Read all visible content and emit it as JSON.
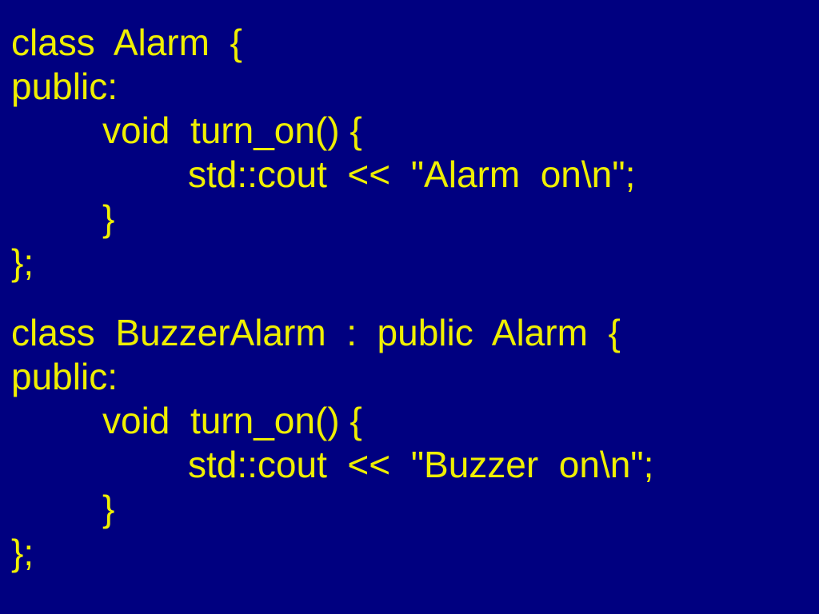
{
  "slide": {
    "background_color": "#000080",
    "text_color": "#efef00",
    "language": "cpp",
    "blocks": [
      {
        "name": "alarm-class",
        "lines": [
          {
            "indent": 0,
            "text": "class  Alarm  {"
          },
          {
            "indent": 0,
            "text": "public:"
          },
          {
            "indent": 1,
            "text": "void  turn_on() {"
          },
          {
            "indent": 2,
            "text": "std::cout  <<  \"Alarm  on\\n\";"
          },
          {
            "indent": 1,
            "text": "}"
          },
          {
            "indent": 0,
            "text": "};"
          }
        ]
      },
      {
        "name": "buzzeralarm-class",
        "lines": [
          {
            "indent": 0,
            "text": "class  BuzzerAlarm  :  public  Alarm  {"
          },
          {
            "indent": 0,
            "text": "public:"
          },
          {
            "indent": 1,
            "text": "void  turn_on() {"
          },
          {
            "indent": 2,
            "text": "std::cout  <<  \"Buzzer  on\\n\";"
          },
          {
            "indent": 1,
            "text": "}"
          },
          {
            "indent": 0,
            "text": "};"
          }
        ]
      }
    ]
  }
}
